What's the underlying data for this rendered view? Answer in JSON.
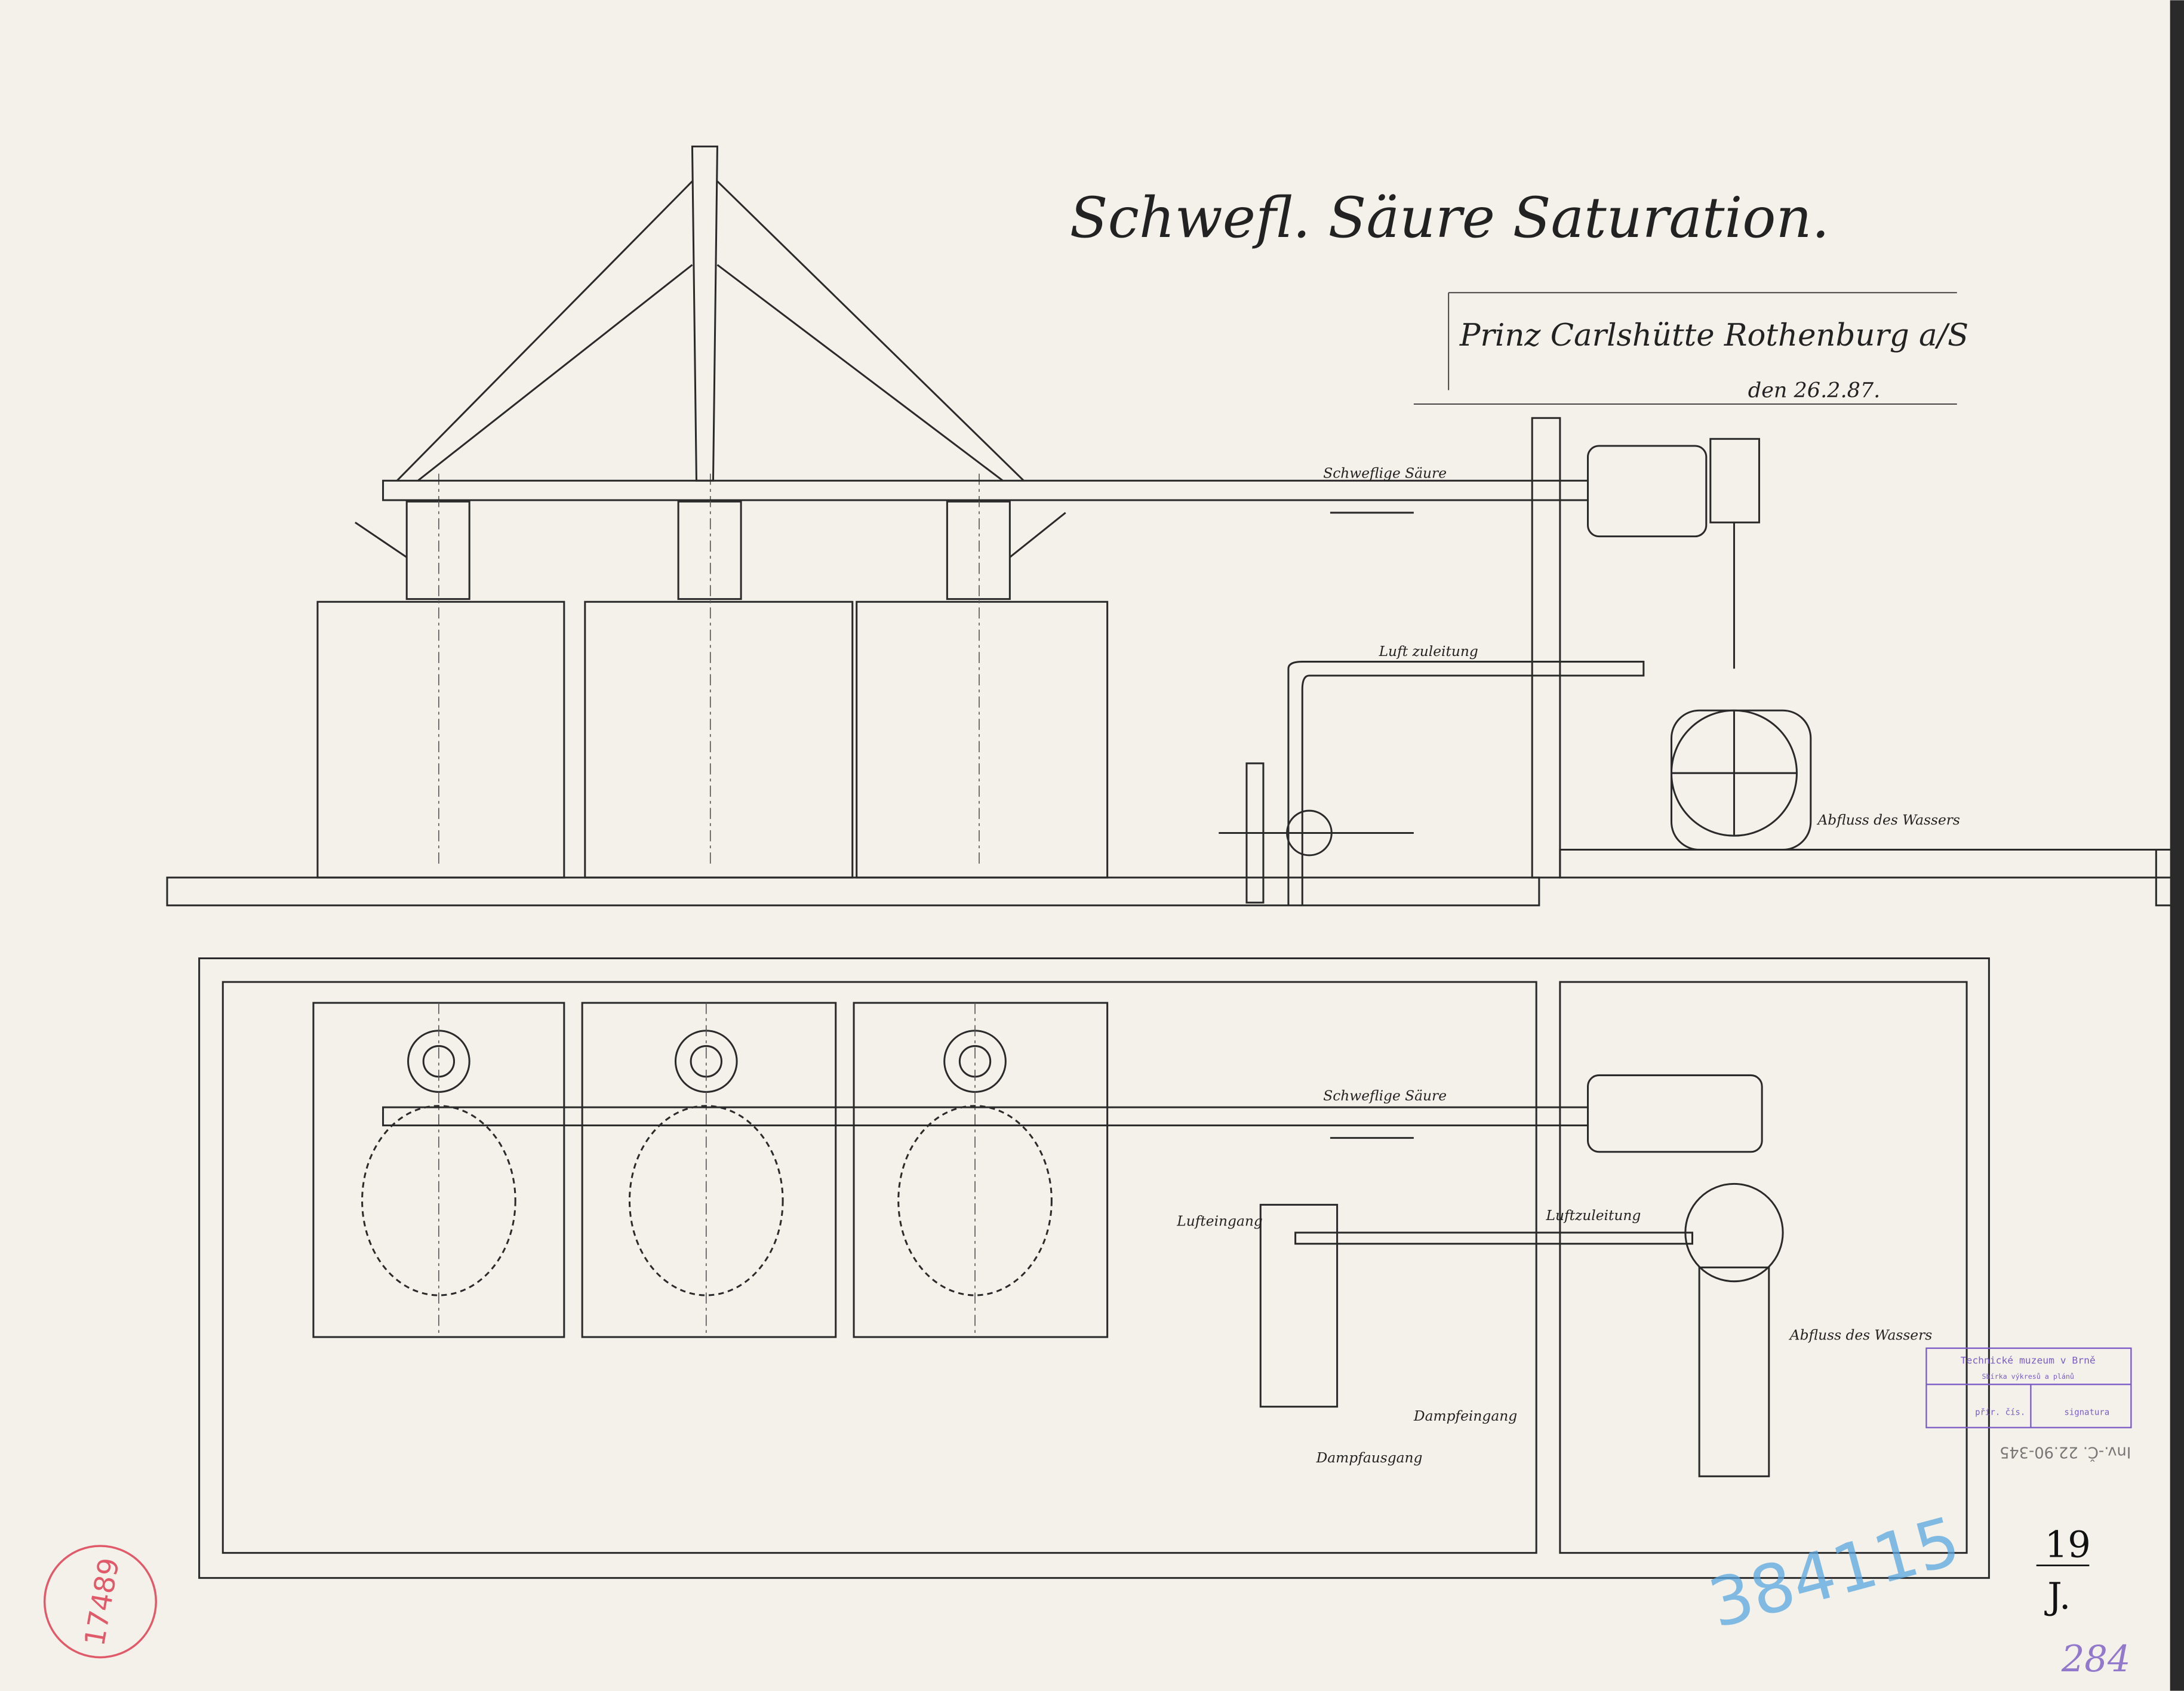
{
  "title": "Schwefl. Säure Saturation.",
  "subtitle": "Prinz Carlshütte Rothenburg a/S",
  "date": "den 26.2.87.",
  "elevation_labels": {
    "acid_pipe": "Schweflige Säure",
    "air_supply": "Luft zuleitung",
    "water_outflow": "Abfluss des Wassers"
  },
  "plan_labels": {
    "acid_pipe": "Schweflige Säure",
    "air_inlet": "Lufteingang",
    "air_supply": "Luftzuleitung",
    "water_outflow": "Abfluss des Wassers",
    "steam_inlet": "Dampfeingang",
    "steam_outlet": "Dampfausgang"
  },
  "sheet_number": "19",
  "sheet_sub": "J.",
  "archive_stamp": {
    "line1": "Technické muzeum v Brně",
    "line2": "Sbírka výkresů a plánů",
    "field1": "přír. čís.",
    "field2": "signatura"
  },
  "inventory_number": "Inv.-Č. 22.90-345",
  "blue_number": "384115",
  "red_stamp": "17489",
  "corner_note": "284",
  "colors": {
    "paper": "#f4f1ea",
    "ink": "#2a2a2a",
    "stamp_purple": "#7a5cc4",
    "pencil_blue": "#5aa8e0",
    "red_stamp": "#e05a6a"
  }
}
